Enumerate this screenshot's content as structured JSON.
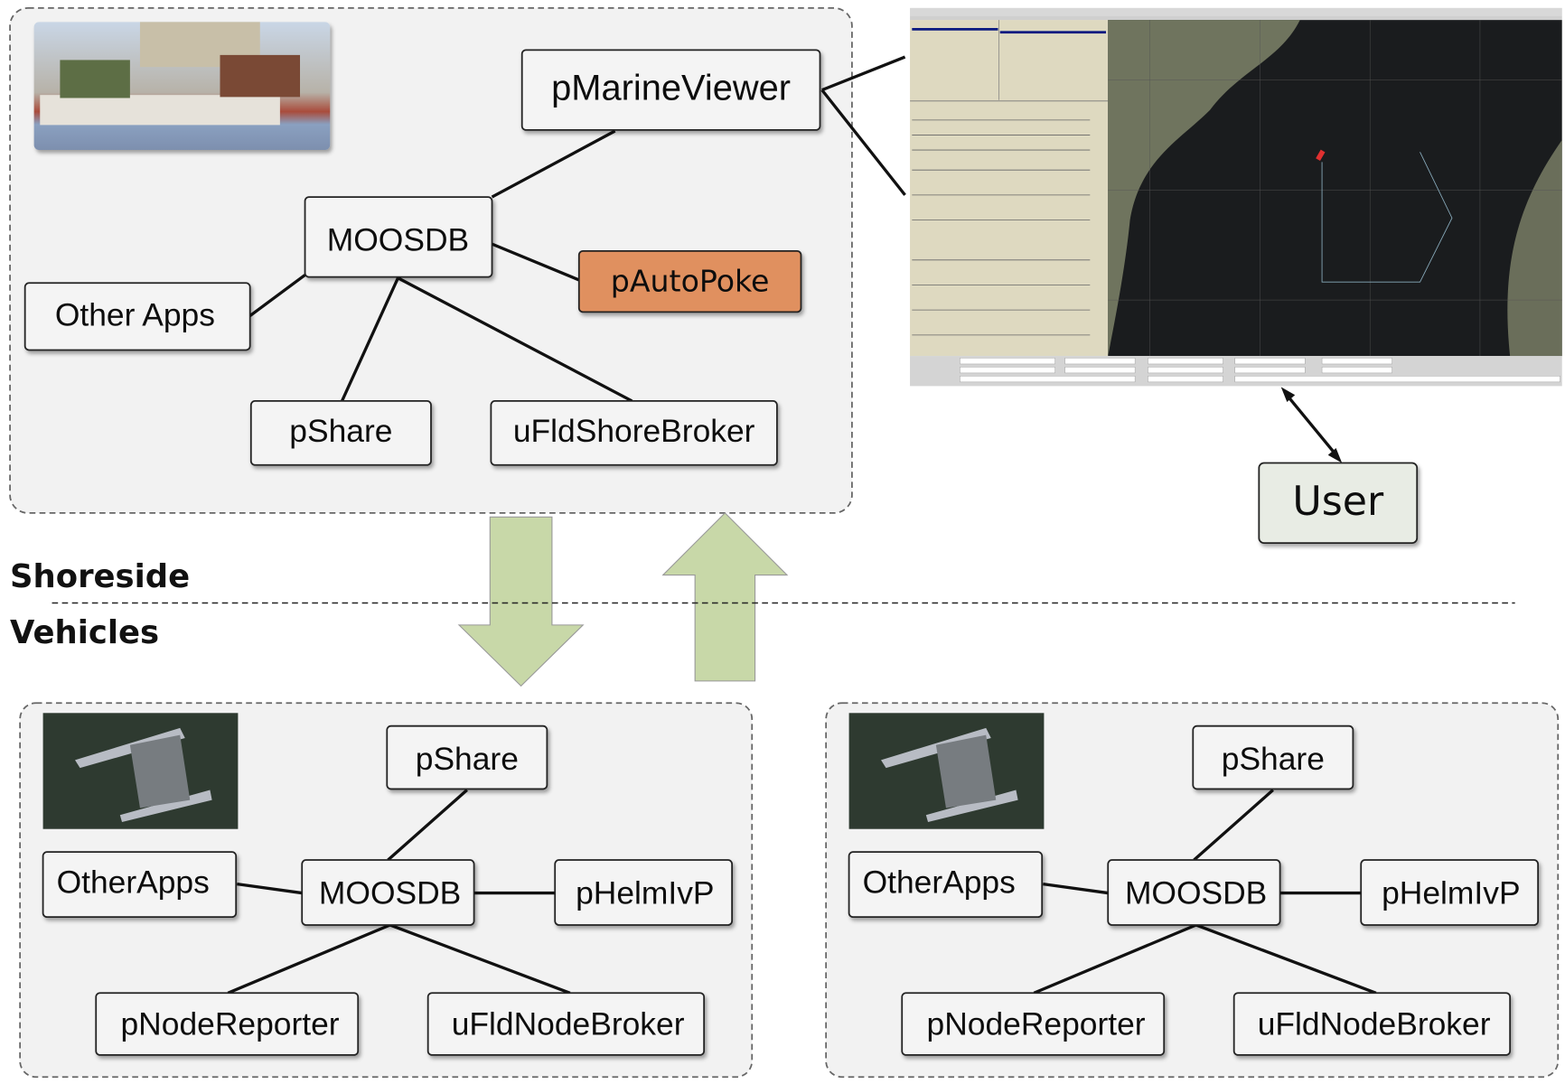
{
  "shoreside": {
    "label": "Shoreside",
    "nodes": {
      "viewer": "pMarineViewer",
      "moosdb": "MOOSDB",
      "autopoke": "pAutoPoke",
      "other": "Other Apps",
      "pshare": "pShare",
      "broker": "uFldShoreBroker"
    }
  },
  "vehicles": {
    "label": "Vehicles",
    "groups": [
      {
        "pshare": "pShare",
        "other": "OtherApps",
        "moosdb": "MOOSDB",
        "helm": "pHelmIvP",
        "reporter": "pNodeReporter",
        "broker": "uFldNodeBroker"
      },
      {
        "pshare": "pShare",
        "other": "OtherApps",
        "moosdb": "MOOSDB",
        "helm": "pHelmIvP",
        "reporter": "pNodeReporter",
        "broker": "uFldNodeBroker"
      }
    ]
  },
  "user": {
    "label": "User"
  },
  "colors": {
    "autopoke": "#e0905f",
    "arrow": "#c8d8a8",
    "user_box": "#e8ece4",
    "group": "#f2f2f2"
  },
  "icons": [
    "boathouse-photo",
    "vehicle-photo",
    "pmarineviewer-screenshot"
  ]
}
